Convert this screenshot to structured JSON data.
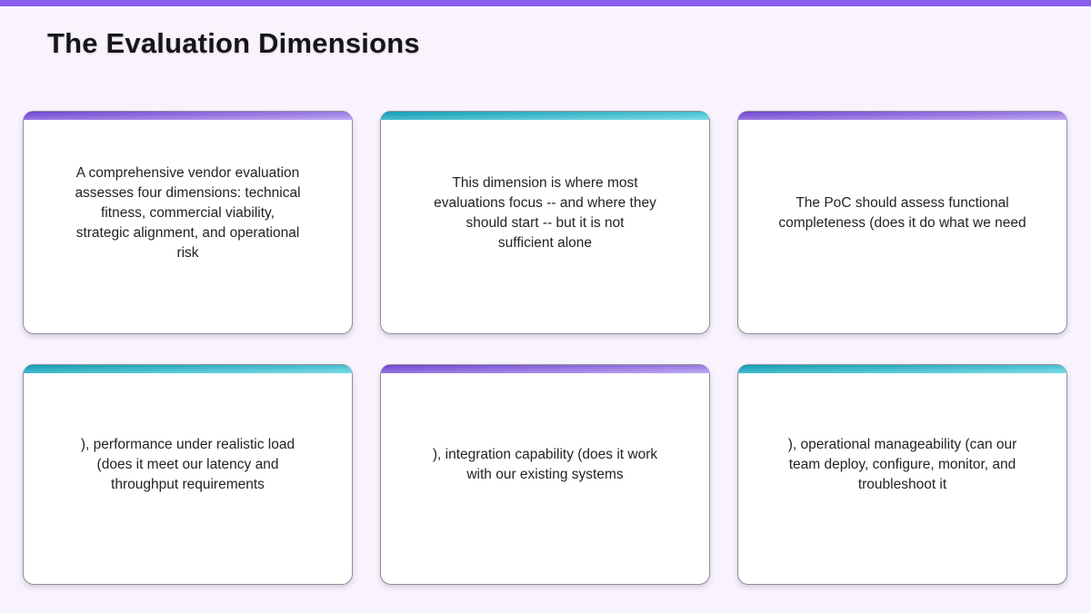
{
  "slide": {
    "title": "The Evaluation Dimensions"
  },
  "theme": {
    "top_bar_color": "#8a5cf0",
    "background_color": "#f8f3fd",
    "card_background": "#ffffff",
    "card_border_color": "#8f8f9a",
    "text_color": "#232326",
    "purple_accent_gradient": [
      "#6f44d0",
      "#c0abf2"
    ],
    "teal_accent_gradient": [
      "#129cb2",
      "#7edde9"
    ]
  },
  "cards": [
    {
      "accent": "purple",
      "text": "A comprehensive vendor evaluation\nassesses four dimensions: technical\nfitness, commercial viability,\nstrategic alignment, and operational\nrisk"
    },
    {
      "accent": "teal",
      "text": "This dimension is where most\nevaluations focus -- and where they\nshould start -- but it is not\nsufficient alone"
    },
    {
      "accent": "purple",
      "text": "The PoC should assess functional\ncompleteness (does it do what we need"
    },
    {
      "accent": "teal",
      "text": "), performance under realistic load\n(does it meet our latency and\nthroughput requirements"
    },
    {
      "accent": "purple",
      "text": "), integration capability (does it work\nwith our existing systems"
    },
    {
      "accent": "teal",
      "text": "), operational manageability (can our\nteam deploy, configure, monitor, and\ntroubleshoot it"
    }
  ]
}
